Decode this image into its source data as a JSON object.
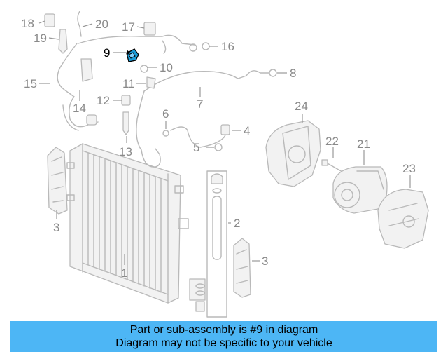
{
  "diagram": {
    "callouts": [
      "18",
      "20",
      "17",
      "19",
      "16",
      "9",
      "10",
      "15",
      "11",
      "8",
      "12",
      "7",
      "14",
      "6",
      "24",
      "4",
      "22",
      "21",
      "13",
      "5",
      "23",
      "3",
      "2",
      "3",
      "1"
    ],
    "highlighted_part": "9",
    "highlight_color": "#1a9bd7"
  },
  "banner": {
    "line1": "Part or sub-assembly is #9 in diagram",
    "line2": "Diagram may not be specific to your vehicle",
    "color": "#4db6f5"
  }
}
